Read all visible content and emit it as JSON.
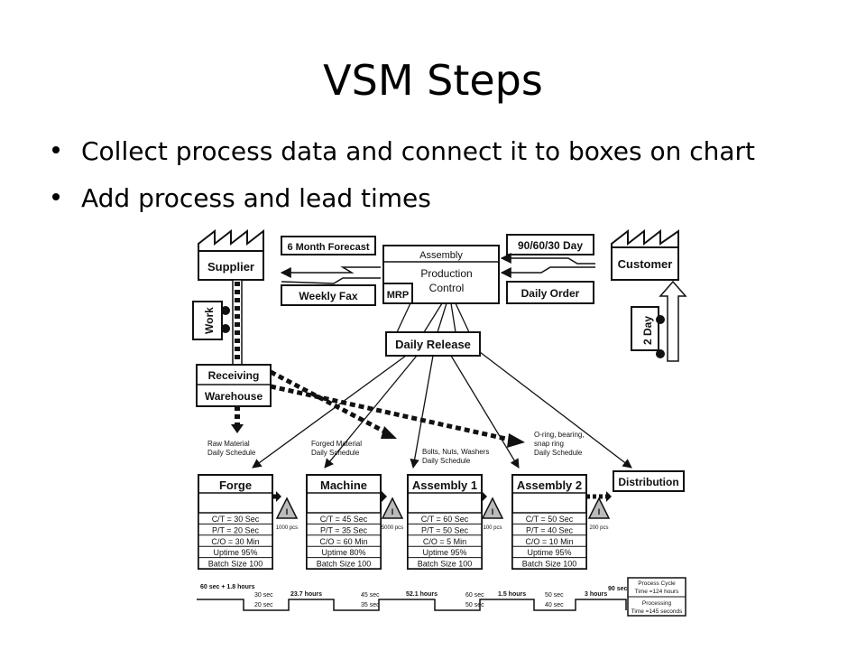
{
  "slide": {
    "title": "VSM Steps",
    "bullets": [
      "Collect process data and connect it to boxes on chart",
      "Add process and lead times"
    ]
  },
  "diagram": {
    "supplier": "Supplier",
    "customer": "Customer",
    "forecast_left": "6 Month Forecast",
    "forecast_right": "90/60/30 Day",
    "weekly_fax": "Weekly Fax",
    "daily_order": "Daily Order",
    "control_lines": [
      "Assembly",
      "Production",
      "Control"
    ],
    "mrp": "MRP",
    "daily_release": "Daily Release",
    "work": "Work",
    "two_day": "2 Day",
    "receiving": "Receiving",
    "warehouse": "Warehouse",
    "schedules": {
      "raw": [
        "Raw Material",
        "Daily Schedule"
      ],
      "forged": [
        "Forged Material",
        "Daily Schedule"
      ],
      "bolts": [
        "Bolts, Nuts, Washers",
        "Daily Schedule"
      ],
      "oring": [
        "O-ring, bearing,",
        "snap ring",
        "Daily Schedule"
      ]
    },
    "processes": [
      {
        "name": "Forge",
        "rows": [
          "C/T = 30 Sec",
          "P/T = 20 Sec",
          "C/O = 30 Min",
          "Uptime 95%",
          "Batch Size 100"
        ]
      },
      {
        "name": "Machine",
        "rows": [
          "C/T = 45 Sec",
          "P/T = 35 Sec",
          "C/O = 60 Min",
          "Uptime 80%",
          "Batch Size 100"
        ]
      },
      {
        "name": "Assembly 1",
        "rows": [
          "C/T = 60 Sec",
          "P/T = 50 Sec",
          "C/O = 5 Min",
          "Uptime 95%",
          "Batch Size 100"
        ]
      },
      {
        "name": "Assembly 2",
        "rows": [
          "C/T = 50 Sec",
          "P/T = 40 Sec",
          "C/O = 10 Min",
          "Uptime 95%",
          "Batch Size 100"
        ]
      }
    ],
    "distribution": "Distribution",
    "inventory": [
      "1000 pcs",
      "5000 pcs",
      "100 pcs",
      "200 pcs"
    ],
    "timeline_top": [
      "60 sec + 1.8 hours",
      "23.7 hours",
      "52.1 hours",
      "1.5 hours",
      "3 hours",
      "90 sec"
    ],
    "timeline_bottom": [
      "30 sec",
      "45 sec",
      "60 sec",
      "50 sec"
    ],
    "timeline_bottom2": [
      "20 sec",
      "35 sec",
      "50 sec",
      "40 sec"
    ],
    "summary": [
      "Process Cycle",
      "Time =124 hours",
      "Processing",
      "Time =145 seconds"
    ]
  }
}
